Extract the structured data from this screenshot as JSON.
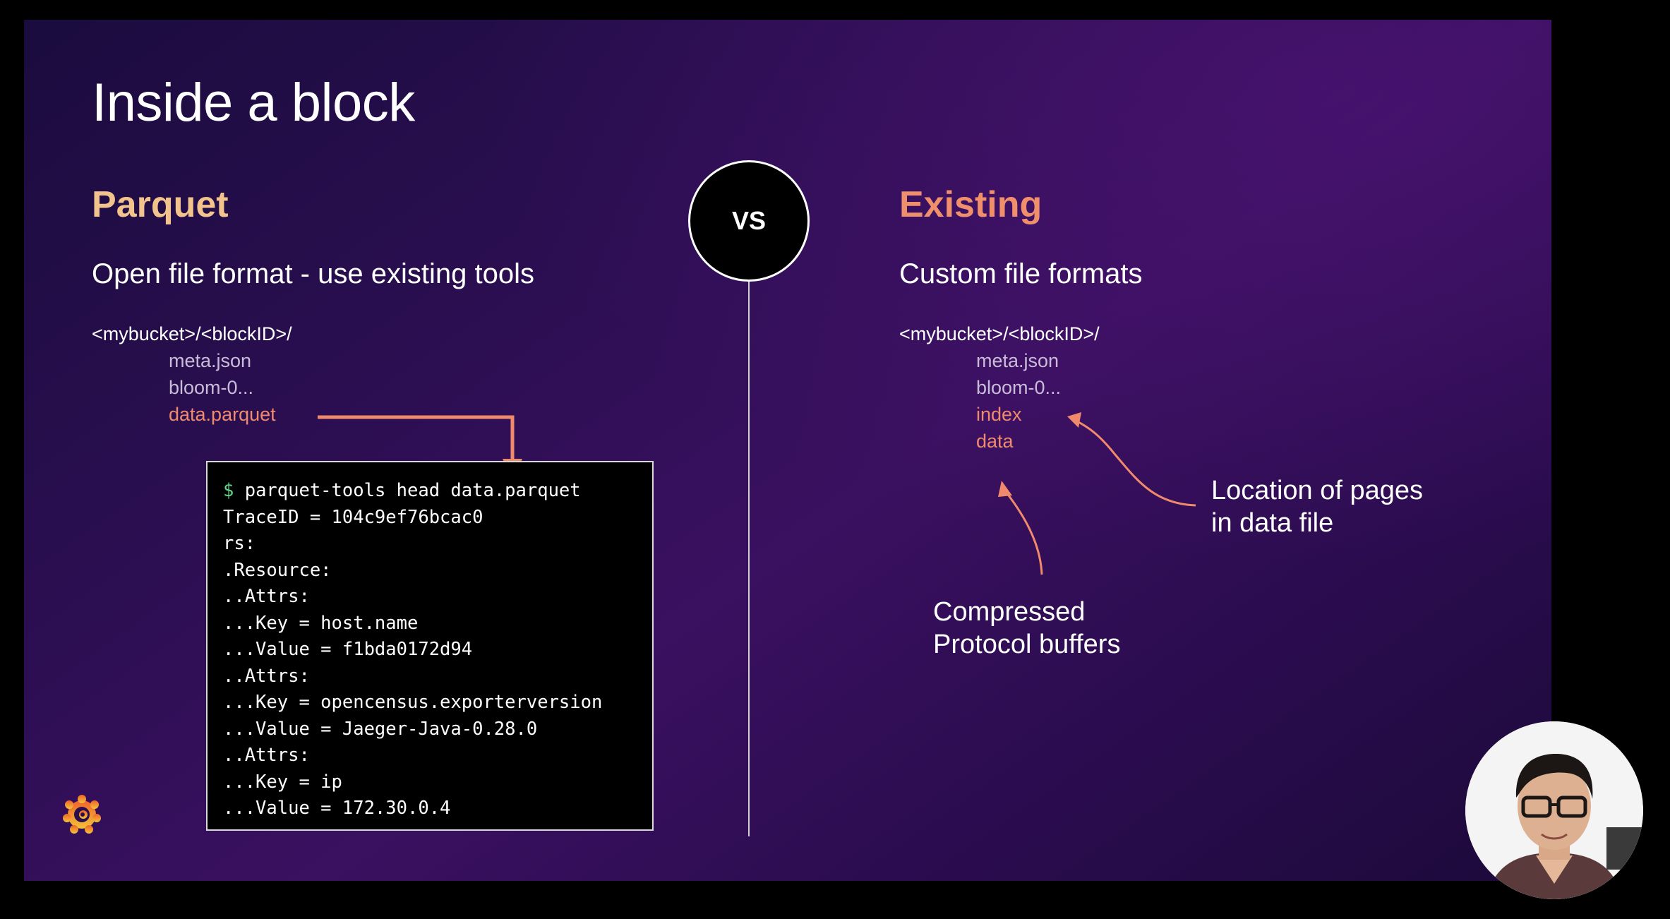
{
  "slide": {
    "title": "Inside a block",
    "accent_parquet": "#f2c38c",
    "accent_existing": "#ef8f6c",
    "highlight_color": "#f08a6c",
    "parquet": {
      "heading": "Parquet",
      "subheading": "Open file format - use existing tools",
      "path": "<mybucket>/<blockID>/",
      "files": [
        "meta.json",
        "bloom-0...",
        "data.parquet"
      ]
    },
    "versus_label": "VS",
    "existing": {
      "heading": "Existing",
      "subheading": "Custom file formats",
      "path": "<mybucket>/<blockID>/",
      "files": [
        "meta.json",
        "bloom-0...",
        "index",
        "data"
      ],
      "annotation_index": "Location of pages in data file",
      "annotation_data": "Compressed Protocol buffers"
    },
    "terminal": {
      "prompt": "$",
      "command": "parquet-tools head data.parquet",
      "lines": [
        "TraceID = 104c9ef76bcac0",
        "rs:",
        ".Resource:",
        "..Attrs:",
        "...Key = host.name",
        "...Value = f1bda0172d94",
        "..Attrs:",
        "...Key = opencensus.exporterversion",
        "...Value = Jaeger-Java-0.28.0",
        "..Attrs:",
        "...Key = ip",
        "...Value = 172.30.0.4"
      ]
    },
    "logo_icon": "grafana-logo-icon"
  }
}
